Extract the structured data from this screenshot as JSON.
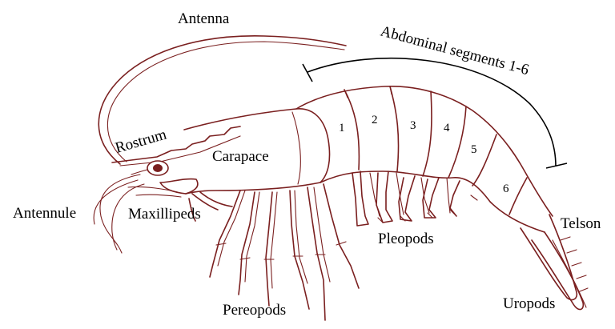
{
  "colors": {
    "outline": "#7a1f1f",
    "text": "#000000",
    "background": "#ffffff"
  },
  "labels": {
    "antenna": "Antenna",
    "abdominal_segments": "Abdominal segments 1-6",
    "rostrum": "Rostrum",
    "carapace": "Carapace",
    "antennule": "Antennule",
    "maxillipeds": "Maxillipeds",
    "pleopods": "Pleopods",
    "telson": "Telson",
    "pereopods": "Pereopods",
    "uropods": "Uropods"
  },
  "segment_numbers": [
    "1",
    "2",
    "3",
    "4",
    "5",
    "6"
  ]
}
